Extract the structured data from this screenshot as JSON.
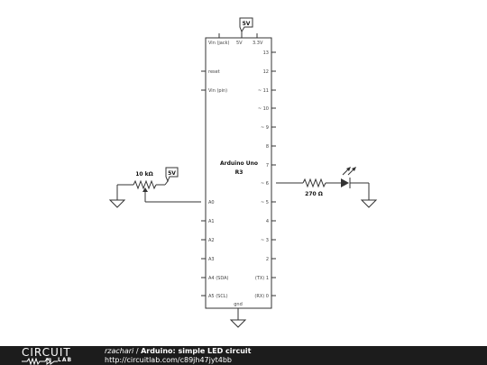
{
  "board": {
    "name_line1": "Arduino Uno",
    "name_line2": "R3",
    "top_pins": [
      "Vin (jack)",
      "5V",
      "3.3V"
    ],
    "left_pins": [
      "reset",
      "Vin (pin)",
      "A0",
      "A1",
      "A2",
      "A3",
      "A4 (SDA)",
      "A5 (SCL)"
    ],
    "right_pins": [
      "13",
      "12",
      "~ 11",
      "~ 10",
      "~ 9",
      "8",
      "7",
      "~ 6",
      "~ 5",
      "4",
      "~ 3",
      "2",
      "(TX) 1",
      "(RX) 0"
    ],
    "bottom_pin": "gnd"
  },
  "supply_tags": {
    "top": "5V",
    "pot": "5V"
  },
  "potentiometer": {
    "label": "10 kΩ"
  },
  "resistor": {
    "label": "270 Ω"
  },
  "footer": {
    "logo_word1": "CIRCUIT",
    "logo_word2": "LAB",
    "author": "rzachari",
    "separator": " / ",
    "title": "Arduino: simple LED circuit",
    "url": "http://circuitlab.com/c89jh47jyt4bb"
  }
}
